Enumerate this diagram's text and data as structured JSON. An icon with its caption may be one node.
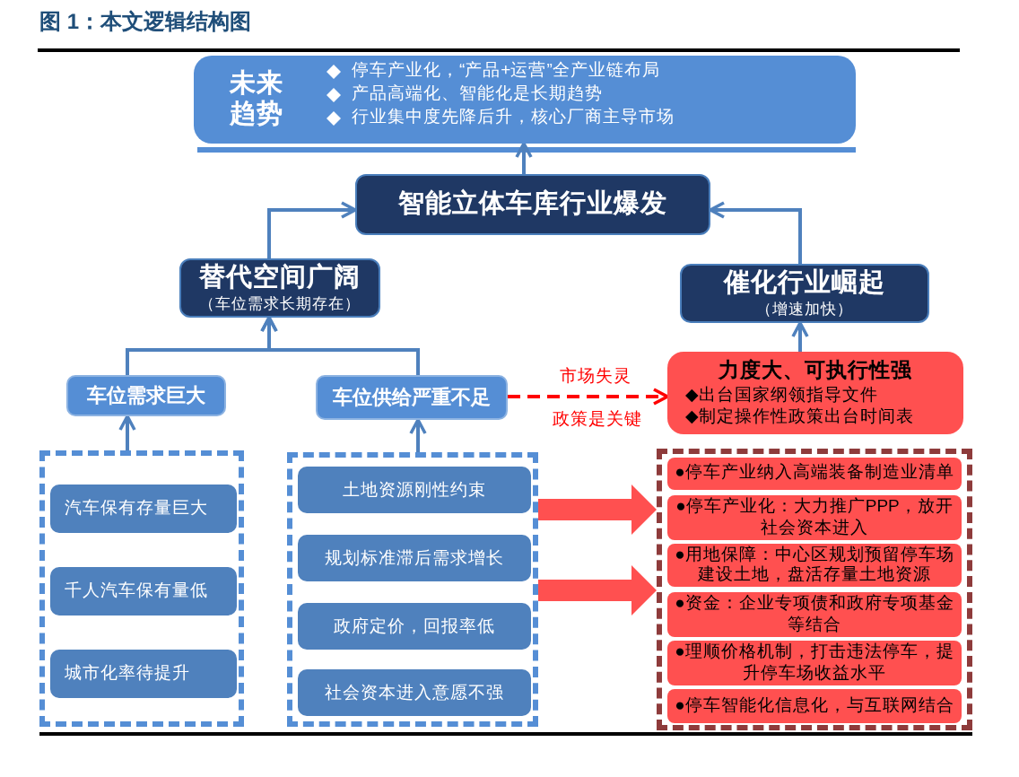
{
  "diagram": {
    "title": "图 1：本文逻辑结构图",
    "nodes": [
      {
        "text": [
          "未来趋势",
          "停车产业化，“产品+运营”全产业链布局",
          "产品高端化、智能化是长期趋势",
          "行业集中度先降后升，核心厂商主导市场"
        ]
      },
      {
        "text": [
          "智能立体车库行业爆发"
        ]
      },
      {
        "text": [
          "替代空间广阔",
          "（车位需求长期存在）"
        ]
      },
      {
        "text": [
          "催化行业崛起",
          "（增速加快）"
        ]
      },
      {
        "text": [
          "车位需求巨大"
        ]
      },
      {
        "text": [
          "车位供给严重不足"
        ]
      },
      {
        "text": [
          "力度大、可执行性强",
          "◆出台国家纲领指导文件",
          "◆制定操作性政策出台时间表"
        ]
      },
      {
        "text": [],
        "shape": "box"
      },
      {
        "text": [
          "汽车保有存量巨大"
        ],
        "in": 7
      },
      {
        "text": [
          "千人汽车保有量低"
        ],
        "in": 7
      },
      {
        "text": [
          "城市化率待提升"
        ],
        "in": 7
      },
      {
        "text": [],
        "shape": "box"
      },
      {
        "text": [
          "土地资源刚性约束"
        ],
        "in": 11
      },
      {
        "text": [
          "规划标准滞后需求增长"
        ],
        "in": 11
      },
      {
        "text": [
          "政府定价，回报率低"
        ],
        "in": 11
      },
      {
        "text": [
          "社会资本进入意愿不强"
        ],
        "in": 11
      },
      {
        "text": [],
        "shape": "box"
      },
      {
        "text": [
          "●停车产业纳入高端装备制造业清单"
        ],
        "in": 16
      },
      {
        "text": [
          "●停车产业化：大力推广PPP，放开社会资本进入"
        ],
        "in": 16
      },
      {
        "text": [
          "●用地保障：中心区规划预留停车场建设土地，盘活存量土地资源"
        ],
        "in": 16
      },
      {
        "text": [
          "●资金：企业专项债和政府专项基金等结合"
        ],
        "in": 16
      },
      {
        "text": [
          "●理顺价格机制，打击违法停车，提升停车场收益水平"
        ],
        "in": 16
      },
      {
        "text": [
          "●停车智能化信息化，与互联网结合"
        ],
        "in": 16
      }
    ],
    "edges": [
      {
        "from": 1,
        "to": 0,
        "arrow": "to"
      },
      {
        "from": 2,
        "to": 1,
        "arrow": "to"
      },
      {
        "from": 3,
        "to": 1,
        "arrow": "to"
      },
      {
        "from": 4,
        "to": 2,
        "arrow": "to"
      },
      {
        "from": 5,
        "to": 2,
        "arrow": "to"
      },
      {
        "from": 6,
        "to": 3,
        "arrow": "to"
      },
      {
        "from": 5,
        "to": 6,
        "arrow": "to",
        "label": "市场失灵",
        "style": "dashed",
        "color": "#ff0000"
      },
      {
        "from": 7,
        "to": 4,
        "arrow": "to"
      },
      {
        "from": 11,
        "to": 5,
        "arrow": "to"
      },
      {
        "from": 11,
        "to": 16,
        "arrow": "to",
        "style": "thick",
        "color": "#ff5050"
      },
      {
        "from": 11,
        "to": 16,
        "arrow": "to",
        "style": "thick",
        "color": "#ff5050"
      }
    ],
    "labels": [
      "政策是关键"
    ]
  }
}
